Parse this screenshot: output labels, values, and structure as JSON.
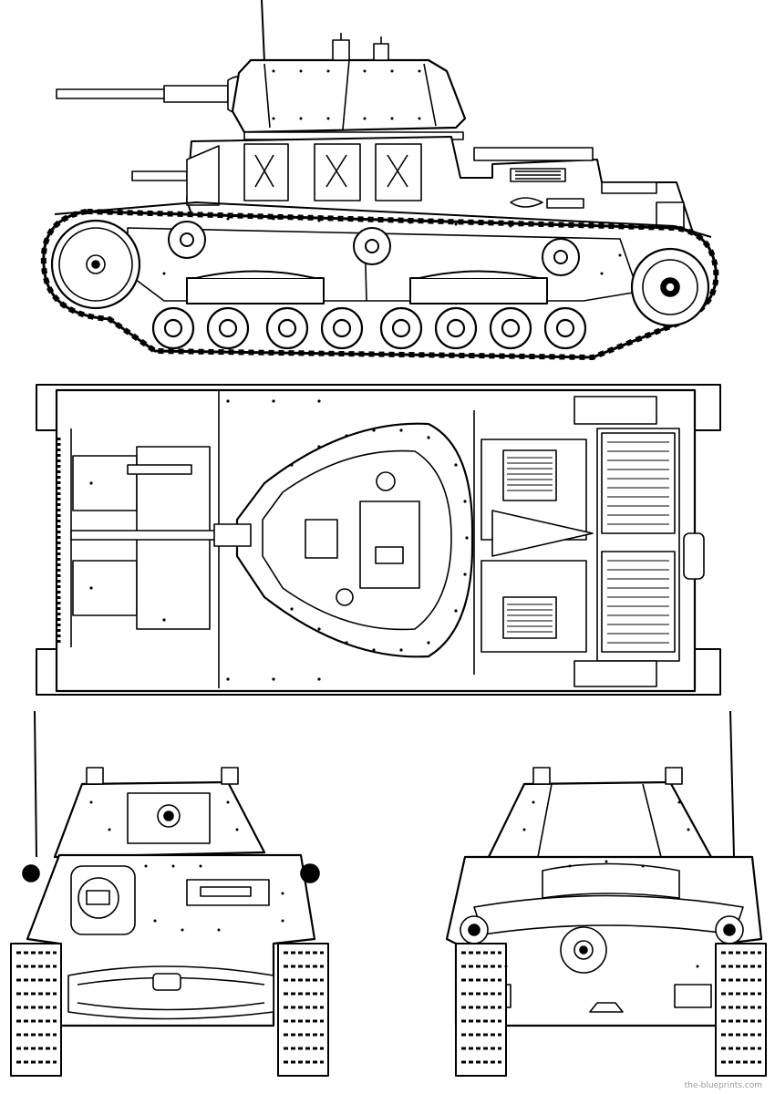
{
  "views": [
    {
      "id": "side-view"
    },
    {
      "id": "top-view"
    },
    {
      "id": "front-view"
    },
    {
      "id": "rear-view"
    }
  ],
  "watermark": "the-blueprints.com",
  "colors": {
    "ink": "#000000",
    "paper": "#ffffff",
    "shade": "#d9d9d9"
  }
}
